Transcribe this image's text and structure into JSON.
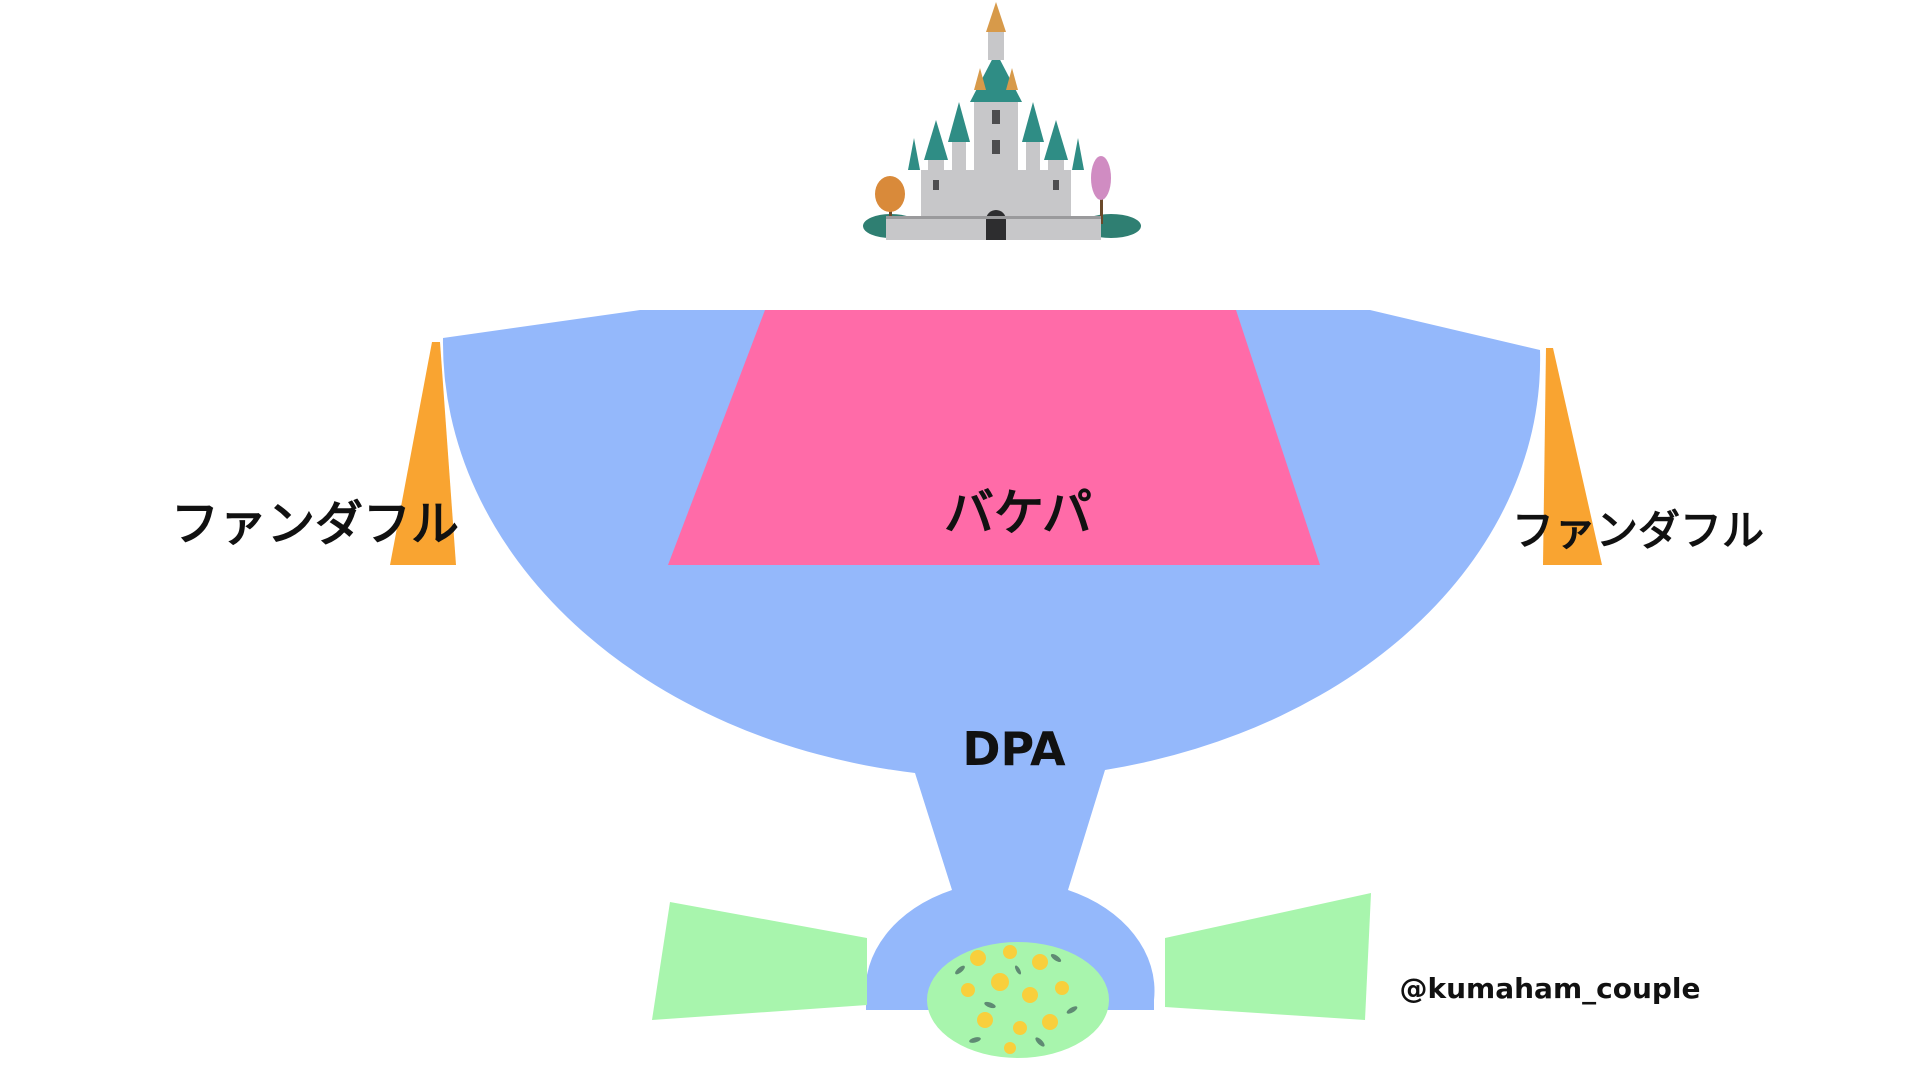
{
  "labels": {
    "center_area": "バケパ",
    "left_area": "ファンダフル",
    "right_area": "ファンダフル",
    "front_area": "DPA",
    "credit": "@kumaham_couple"
  },
  "colors": {
    "background": "#ffffff",
    "plaza": "#94b8fb",
    "center_area": "#ff6ba8",
    "side_areas": "#f9a431",
    "wings": "#a8f5ad",
    "planter": "#a8f5ad",
    "flowers": "#f8cf3c",
    "leaves": "#5f8a73",
    "castle_wall": "#c7c7c9",
    "castle_roof": "#2f8d85",
    "castle_spire": "#d79a4a",
    "tree_orange": "#d98a3a",
    "tree_pink": "#d08cc2",
    "bush": "#2f7f72",
    "text": "#111111"
  },
  "icons": {
    "castle": "castle-icon",
    "planter": "flower-planter-icon"
  }
}
